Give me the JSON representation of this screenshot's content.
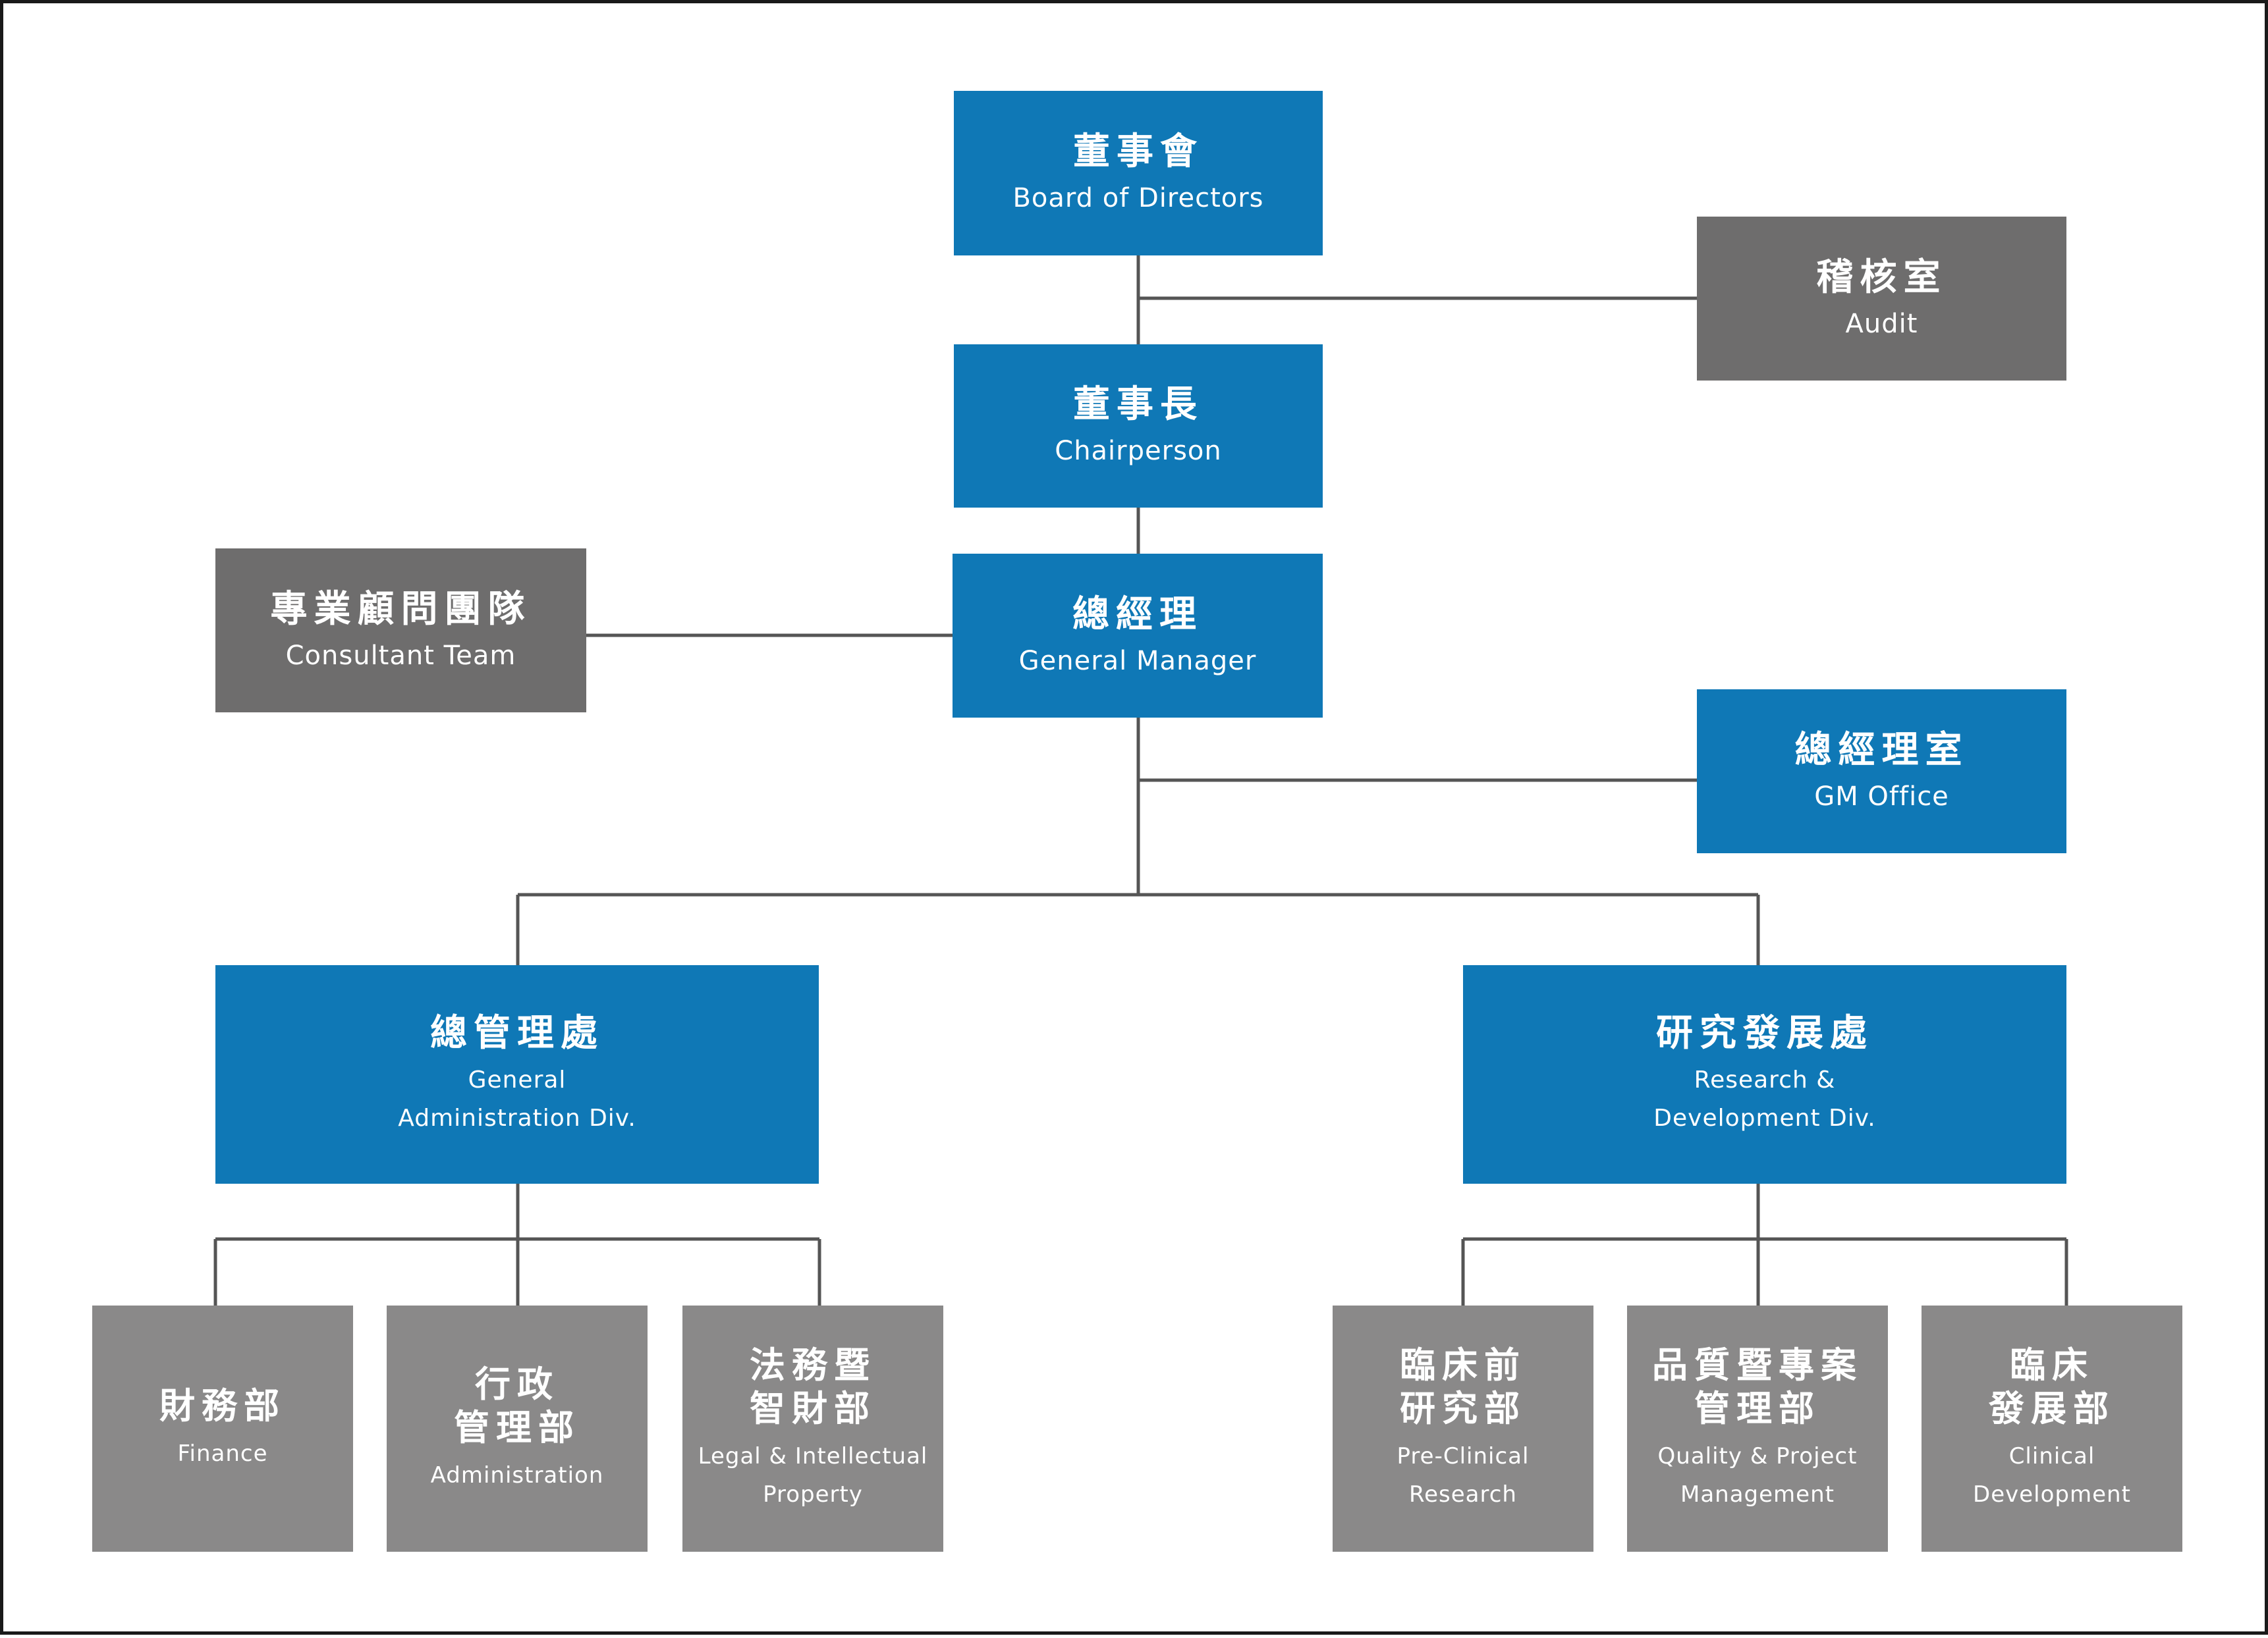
{
  "colors": {
    "primary": "#0f78b6",
    "secondary_dark": "#6e6d6d",
    "secondary": "#8a8989",
    "line": "#555555"
  },
  "board": {
    "zh": "董事會",
    "en": "Board of Directors"
  },
  "audit": {
    "zh": "稽核室",
    "en": "Audit"
  },
  "chairperson": {
    "zh": "董事長",
    "en": "Chairperson"
  },
  "consultant": {
    "zh": "專業顧問團隊",
    "en": "Consultant Team"
  },
  "general_manager": {
    "zh": "總經理",
    "en": "General Manager"
  },
  "gm_office": {
    "zh": "總經理室",
    "en": "GM Office"
  },
  "general_admin_div": {
    "zh": "總管理處",
    "en": [
      "General",
      "Administration Div."
    ]
  },
  "rd_div": {
    "zh": "研究發展處",
    "en": [
      "Research &",
      "Development Div."
    ]
  },
  "finance": {
    "zh": "財務部",
    "en": "Finance"
  },
  "administration": {
    "zh": [
      "行政",
      "管理部"
    ],
    "en": "Administration"
  },
  "legal_ip": {
    "zh": [
      "法務暨",
      "智財部"
    ],
    "en": [
      "Legal & Intellectual",
      "Property"
    ]
  },
  "preclinical": {
    "zh": [
      "臨床前",
      "研究部"
    ],
    "en": [
      "Pre-Clinical",
      "Research"
    ]
  },
  "quality_pm": {
    "zh": [
      "品質暨專案",
      "管理部"
    ],
    "en": [
      "Quality & Project",
      "Management"
    ]
  },
  "clinical_dev": {
    "zh": [
      "臨床",
      "發展部"
    ],
    "en": [
      "Clinical",
      "Development"
    ]
  }
}
